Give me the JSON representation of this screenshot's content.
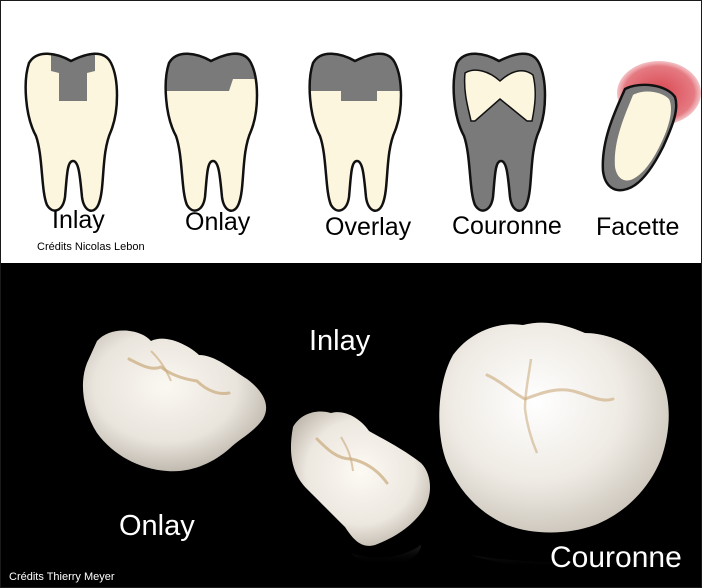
{
  "diagram": {
    "teeth": [
      {
        "label": "Inlay"
      },
      {
        "label": "Onlay"
      },
      {
        "label": "Overlay"
      },
      {
        "label": "Couronne"
      },
      {
        "label": "Facette"
      }
    ],
    "credit": "Crédits Nicolas Lebon",
    "colors": {
      "tooth_fill": "#fdf6df",
      "outline": "#111111",
      "restoration": "#7a7a7a",
      "gum": "#d9454f"
    }
  },
  "photo": {
    "labels": {
      "inlay": "Inlay",
      "onlay": "Onlay",
      "couronne": "Couronne"
    },
    "credit": "Crédits Thierry Meyer",
    "colors": {
      "background": "#000000",
      "ceramic": "#f2efe9"
    }
  }
}
